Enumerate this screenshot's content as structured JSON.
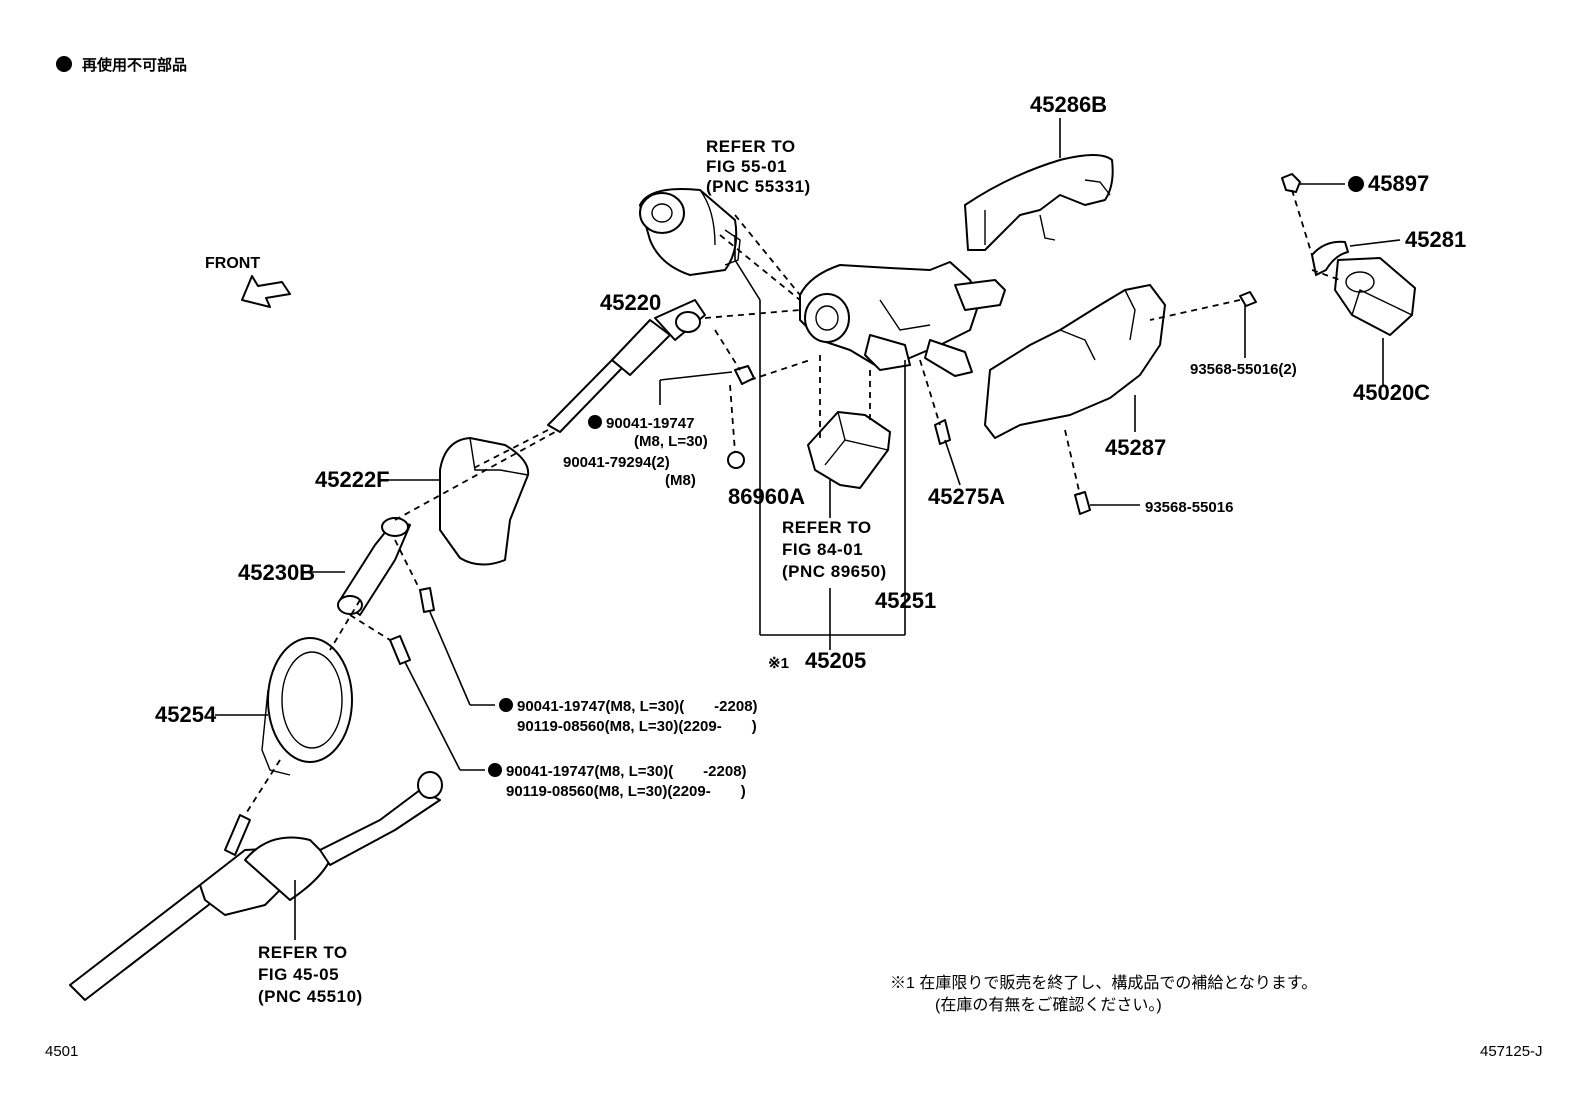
{
  "legend": {
    "text": "再使用不可部品"
  },
  "front_label": "FRONT",
  "parts": {
    "p45286B": "45286B",
    "p45897": "45897",
    "p45281": "45281",
    "p45220": "45220",
    "p93568_2": "93568-55016(2)",
    "p45020C": "45020C",
    "p90041_19747_a": "90041-19747",
    "p_m8_l30_a": "(M8, L=30)",
    "p90041_79294": "90041-79294(2)",
    "p_m8": "(M8)",
    "p86960A": "86960A",
    "p45275A": "45275A",
    "p45287": "45287",
    "p45222F": "45222F",
    "p93568": "93568-55016",
    "p45230B": "45230B",
    "p45251": "45251",
    "p45205": "45205",
    "mark_45205": "※1",
    "p45254": "45254",
    "bolt1_line1": "90041-19747(M8, L=30)(　　-2208)",
    "bolt1_line2": "90119-08560(M8, L=30)(2209-　　)",
    "bolt2_line1": "90041-19747(M8, L=30)(　　-2208)",
    "bolt2_line2": "90119-08560(M8, L=30)(2209-　　)"
  },
  "refs": {
    "ref55": {
      "l1": "REFER TO",
      "l2": "FIG 55-01",
      "l3": "(PNC 55331)"
    },
    "ref84": {
      "l1": "REFER TO",
      "l2": "FIG 84-01",
      "l3": "(PNC 89650)"
    },
    "ref45": {
      "l1": "REFER TO",
      "l2": "FIG 45-05",
      "l3": "(PNC 45510)"
    }
  },
  "footnote": {
    "line1": "※1 在庫限りで販売を終了し、構成品での補給となります。",
    "line2": "(在庫の有無をご確認ください。)"
  },
  "page_code": "4501",
  "figure_code": "457125-J"
}
